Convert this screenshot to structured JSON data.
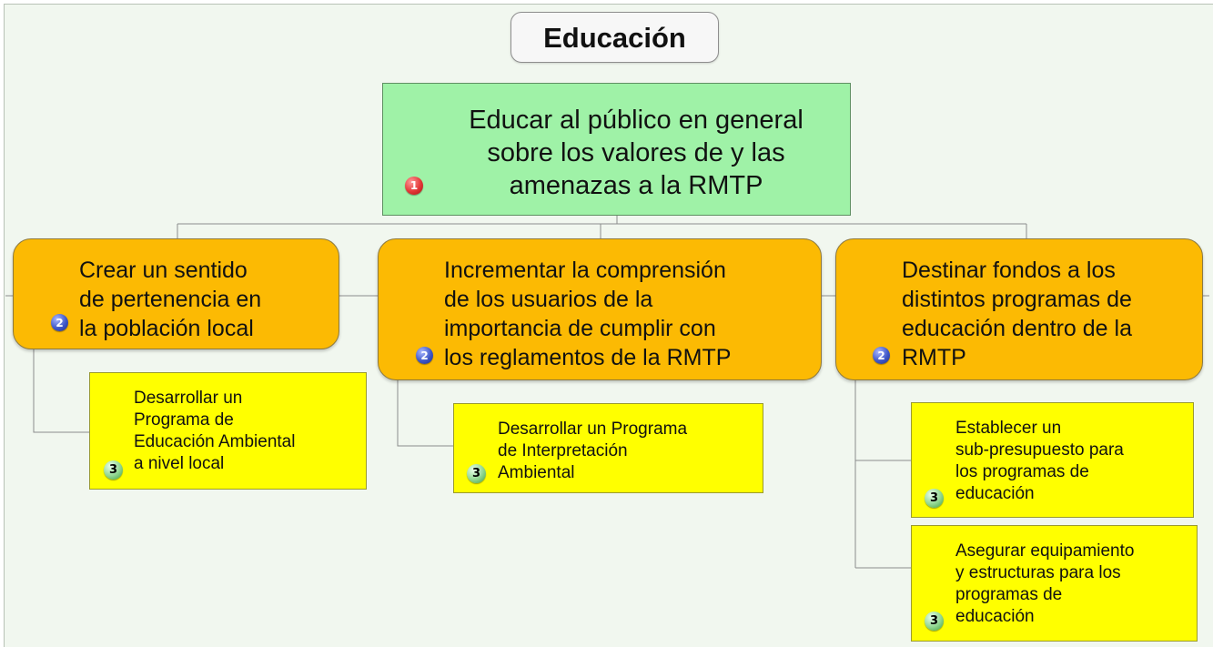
{
  "title": "Educación",
  "main_goal": {
    "text": "Educar al público en general\nsobre los valores de y las\namenazas a la RMTP",
    "priority": "1"
  },
  "objectives": [
    {
      "text": "Crear un sentido\nde pertenencia en\nla población local",
      "priority": "2"
    },
    {
      "text": "Incrementar la comprensión\nde los usuarios de la\nimportancia de cumplir con\nlos reglamentos de la RMTP",
      "priority": "2"
    },
    {
      "text": "Destinar fondos a los\ndistintos programas de\neducación dentro de la\nRMTP",
      "priority": "2"
    }
  ],
  "actions": [
    {
      "text": "Desarrollar un\nPrograma de\nEducación Ambiental\na nivel local",
      "priority": "3"
    },
    {
      "text": "Desarrollar un Programa\nde Interpretación\nAmbiental",
      "priority": "3"
    },
    {
      "text": "Establecer un\nsub-presupuesto para\nlos programas de\neducación",
      "priority": "3"
    },
    {
      "text": "Asegurar equipamiento\ny estructuras para los\nprogramas de\neducación",
      "priority": "3"
    }
  ],
  "colors": {
    "background": "#f1f7ef",
    "main_goal": "#9ff2a7",
    "objective": "#fcba03",
    "action": "#ffff00",
    "connector": "#8c8c8c"
  }
}
